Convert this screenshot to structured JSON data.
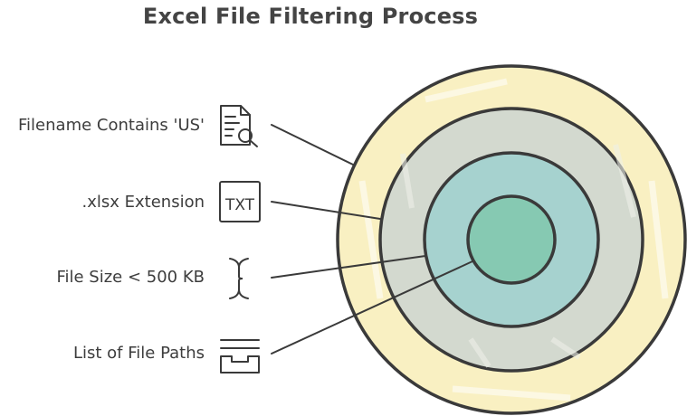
{
  "title": "Excel File Filtering Process",
  "layers": [
    {
      "label": "Filename Contains 'US'",
      "icon": "document-search-icon",
      "fill": "#f9f0c2"
    },
    {
      "label": ".xlsx Extension",
      "icon": "txt-file-icon",
      "fill": "#d3d9cf"
    },
    {
      "label": "File Size < 500 KB",
      "icon": "bracket-icon",
      "fill": "#a6d2cf"
    },
    {
      "label": "List of File Paths",
      "icon": "inbox-tray-icon",
      "fill": "#86c9b2"
    }
  ],
  "colors": {
    "stroke": "#3a3a3a",
    "ring_outer": "#f9f0c2",
    "ring_second": "#d3d9cf",
    "ring_third": "#a6d2cf",
    "core": "#86c9b2"
  },
  "icon_text": {
    "txt": "TXT"
  }
}
